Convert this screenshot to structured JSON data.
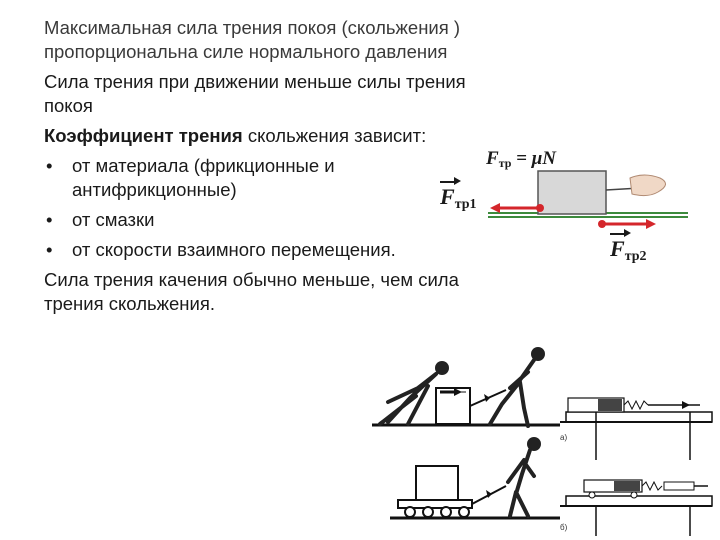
{
  "text": {
    "para1": "Максимальная сила трения покоя (скольжения ) пропорциональна силе нормального давления",
    "para2": "Сила трения при движении меньше силы трения покоя",
    "para3_bold": "Коэффициент трения",
    "para3_rest": " скольжения зависит:",
    "bullets": [
      "от материала (фрикционные и антифрикционные)",
      "от смазки",
      "от скорости взаимного перемещения."
    ],
    "para4": "Сила трения качения обычно меньше, чем сила трения скольжения."
  },
  "diagram": {
    "formula_f": "F",
    "formula_sub": "тр",
    "formula_rest": " = μN",
    "f1_letter": "F",
    "f1_sub": "тр1",
    "f2_letter": "F",
    "f2_sub": "тр2"
  },
  "figures": {
    "label_a": "а)",
    "label_b": "б)"
  },
  "colors": {
    "arrow_red": "#d4262b",
    "block_fill": "#d8d8d8",
    "rail_green": "#3c8a3c"
  }
}
